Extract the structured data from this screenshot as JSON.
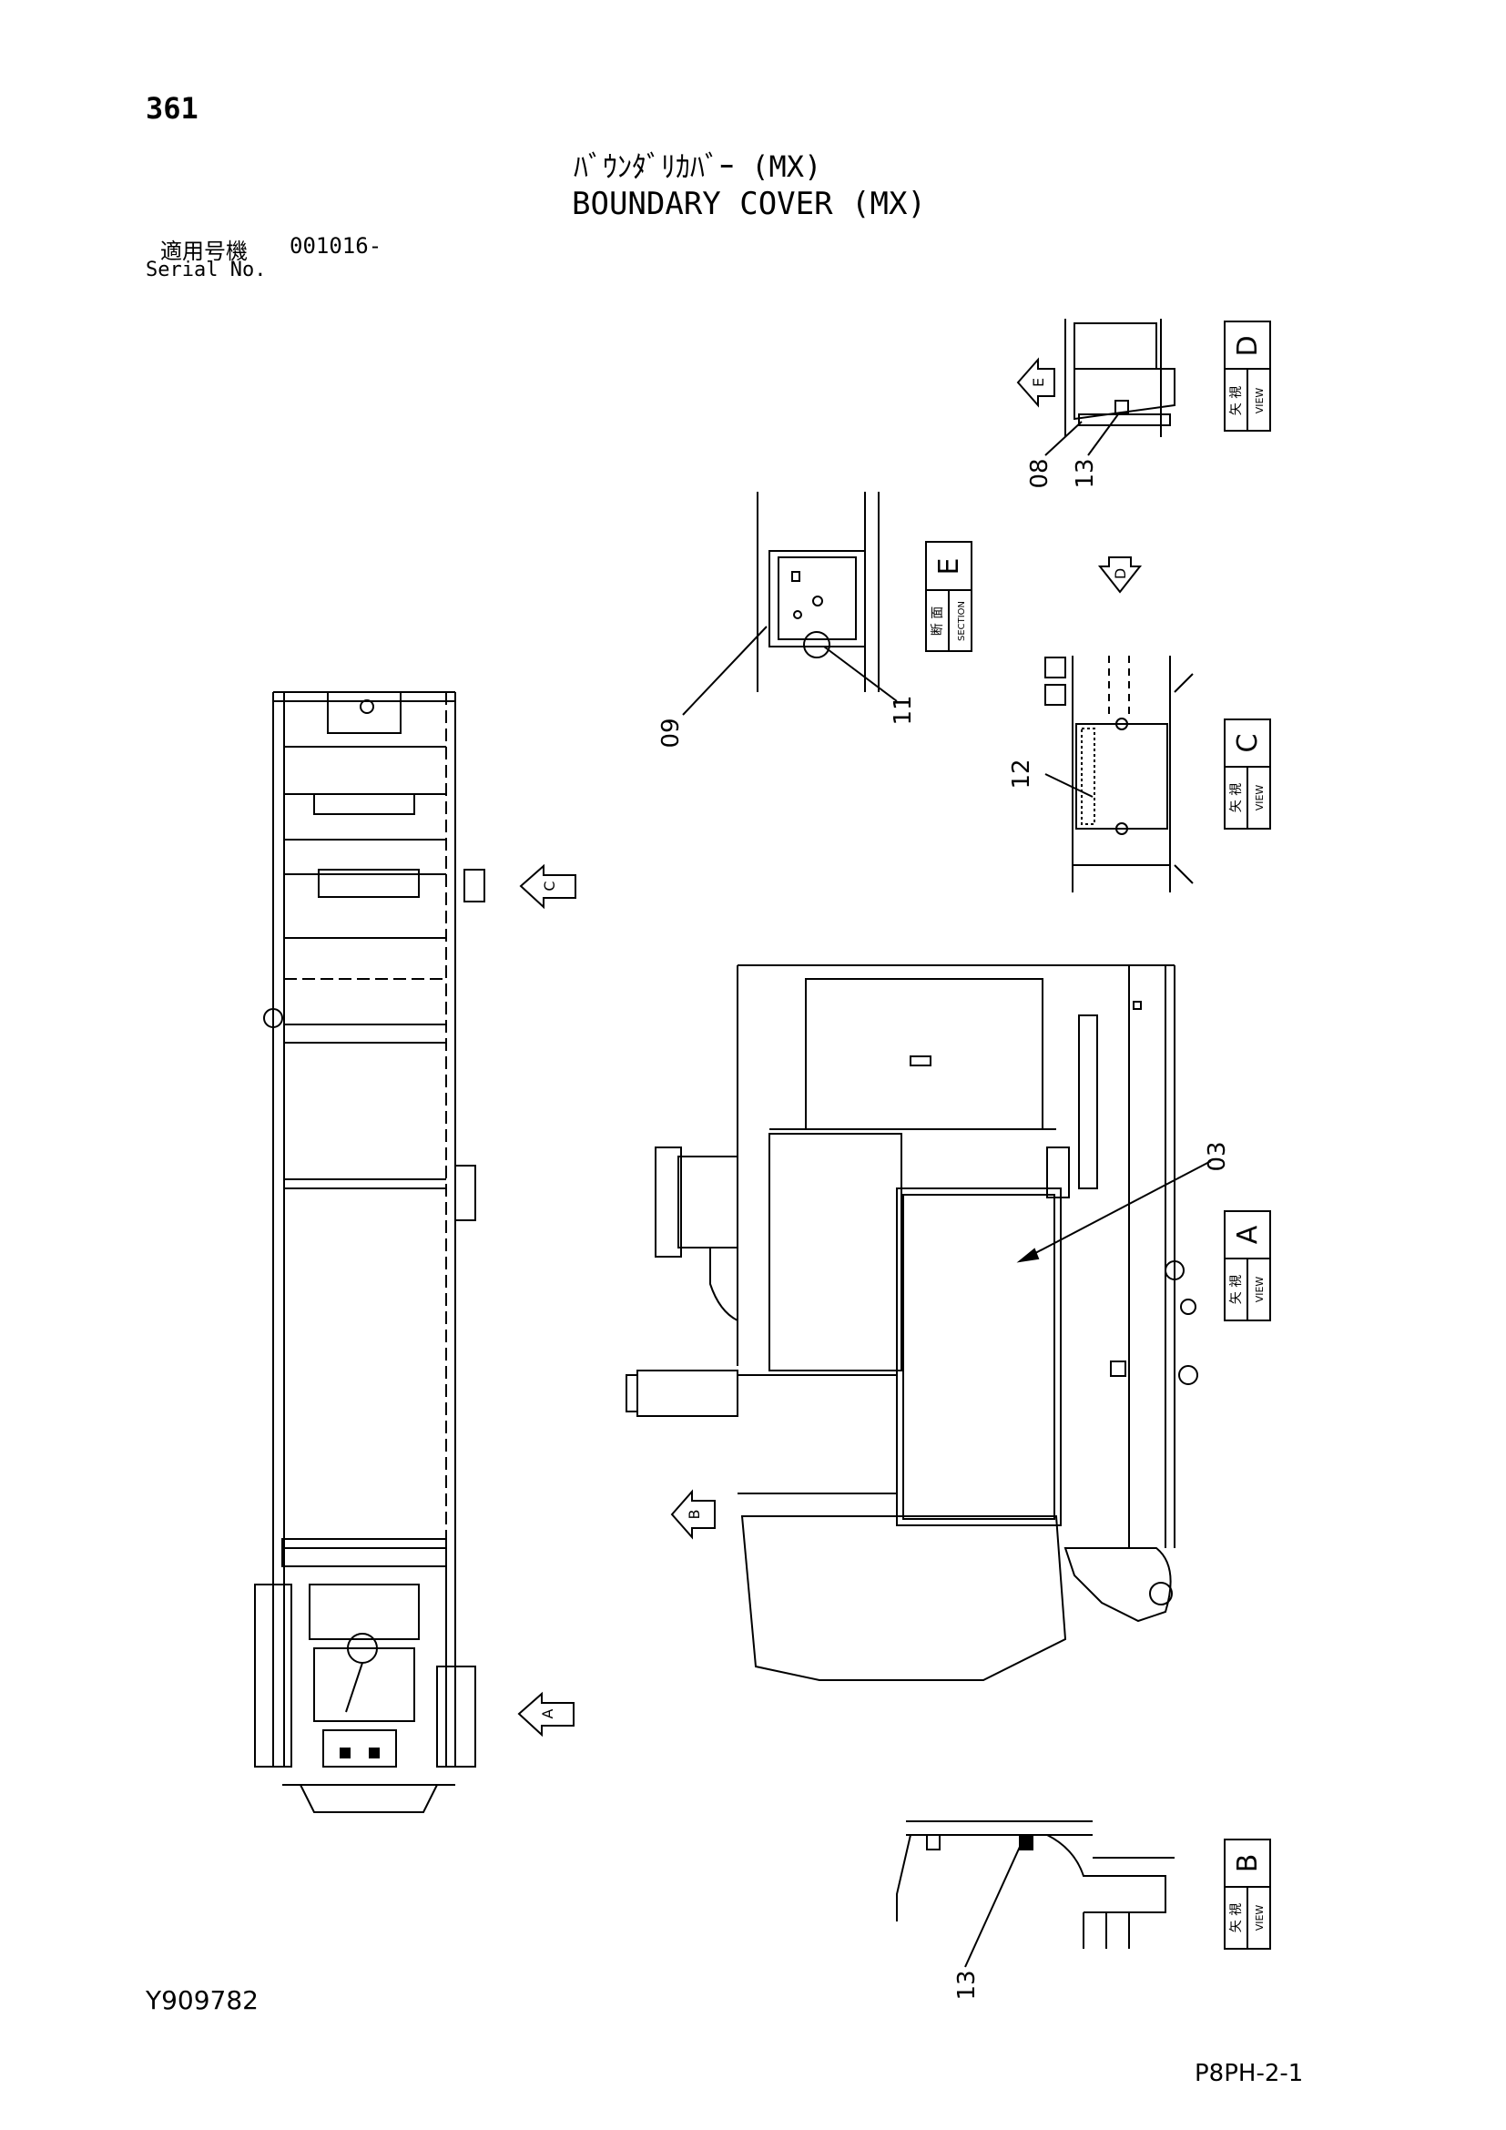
{
  "header": {
    "page_number": "361",
    "title_jp": "ﾊﾞｳﾝﾀﾞﾘｶﾊﾞｰ (MX)",
    "title_en": "BOUNDARY COVER (MX)",
    "serial_label_jp": "適用号機",
    "serial_value": "001016-",
    "serial_label_en": "Serial No."
  },
  "footer": {
    "doc_id": "Y909782",
    "page_code": "P8PH-2-1"
  },
  "views": {
    "a": {
      "letter": "A",
      "jp": "矢 視",
      "en": "VIEW"
    },
    "b": {
      "letter": "B",
      "jp": "矢 視",
      "en": "VIEW"
    },
    "c": {
      "letter": "C",
      "jp": "矢 視",
      "en": "VIEW"
    },
    "d": {
      "letter": "D",
      "jp": "矢 視",
      "en": "VIEW"
    },
    "e": {
      "letter": "E",
      "jp": "断 面",
      "en": "SECTION"
    }
  },
  "arrows": {
    "a": "A",
    "b": "B",
    "c": "C",
    "d": "D",
    "e": "E"
  },
  "callouts": {
    "p03": "03",
    "p08": "08",
    "p09": "09",
    "p11": "11",
    "p12": "12",
    "p13_d": "13",
    "p13_b": "13"
  }
}
